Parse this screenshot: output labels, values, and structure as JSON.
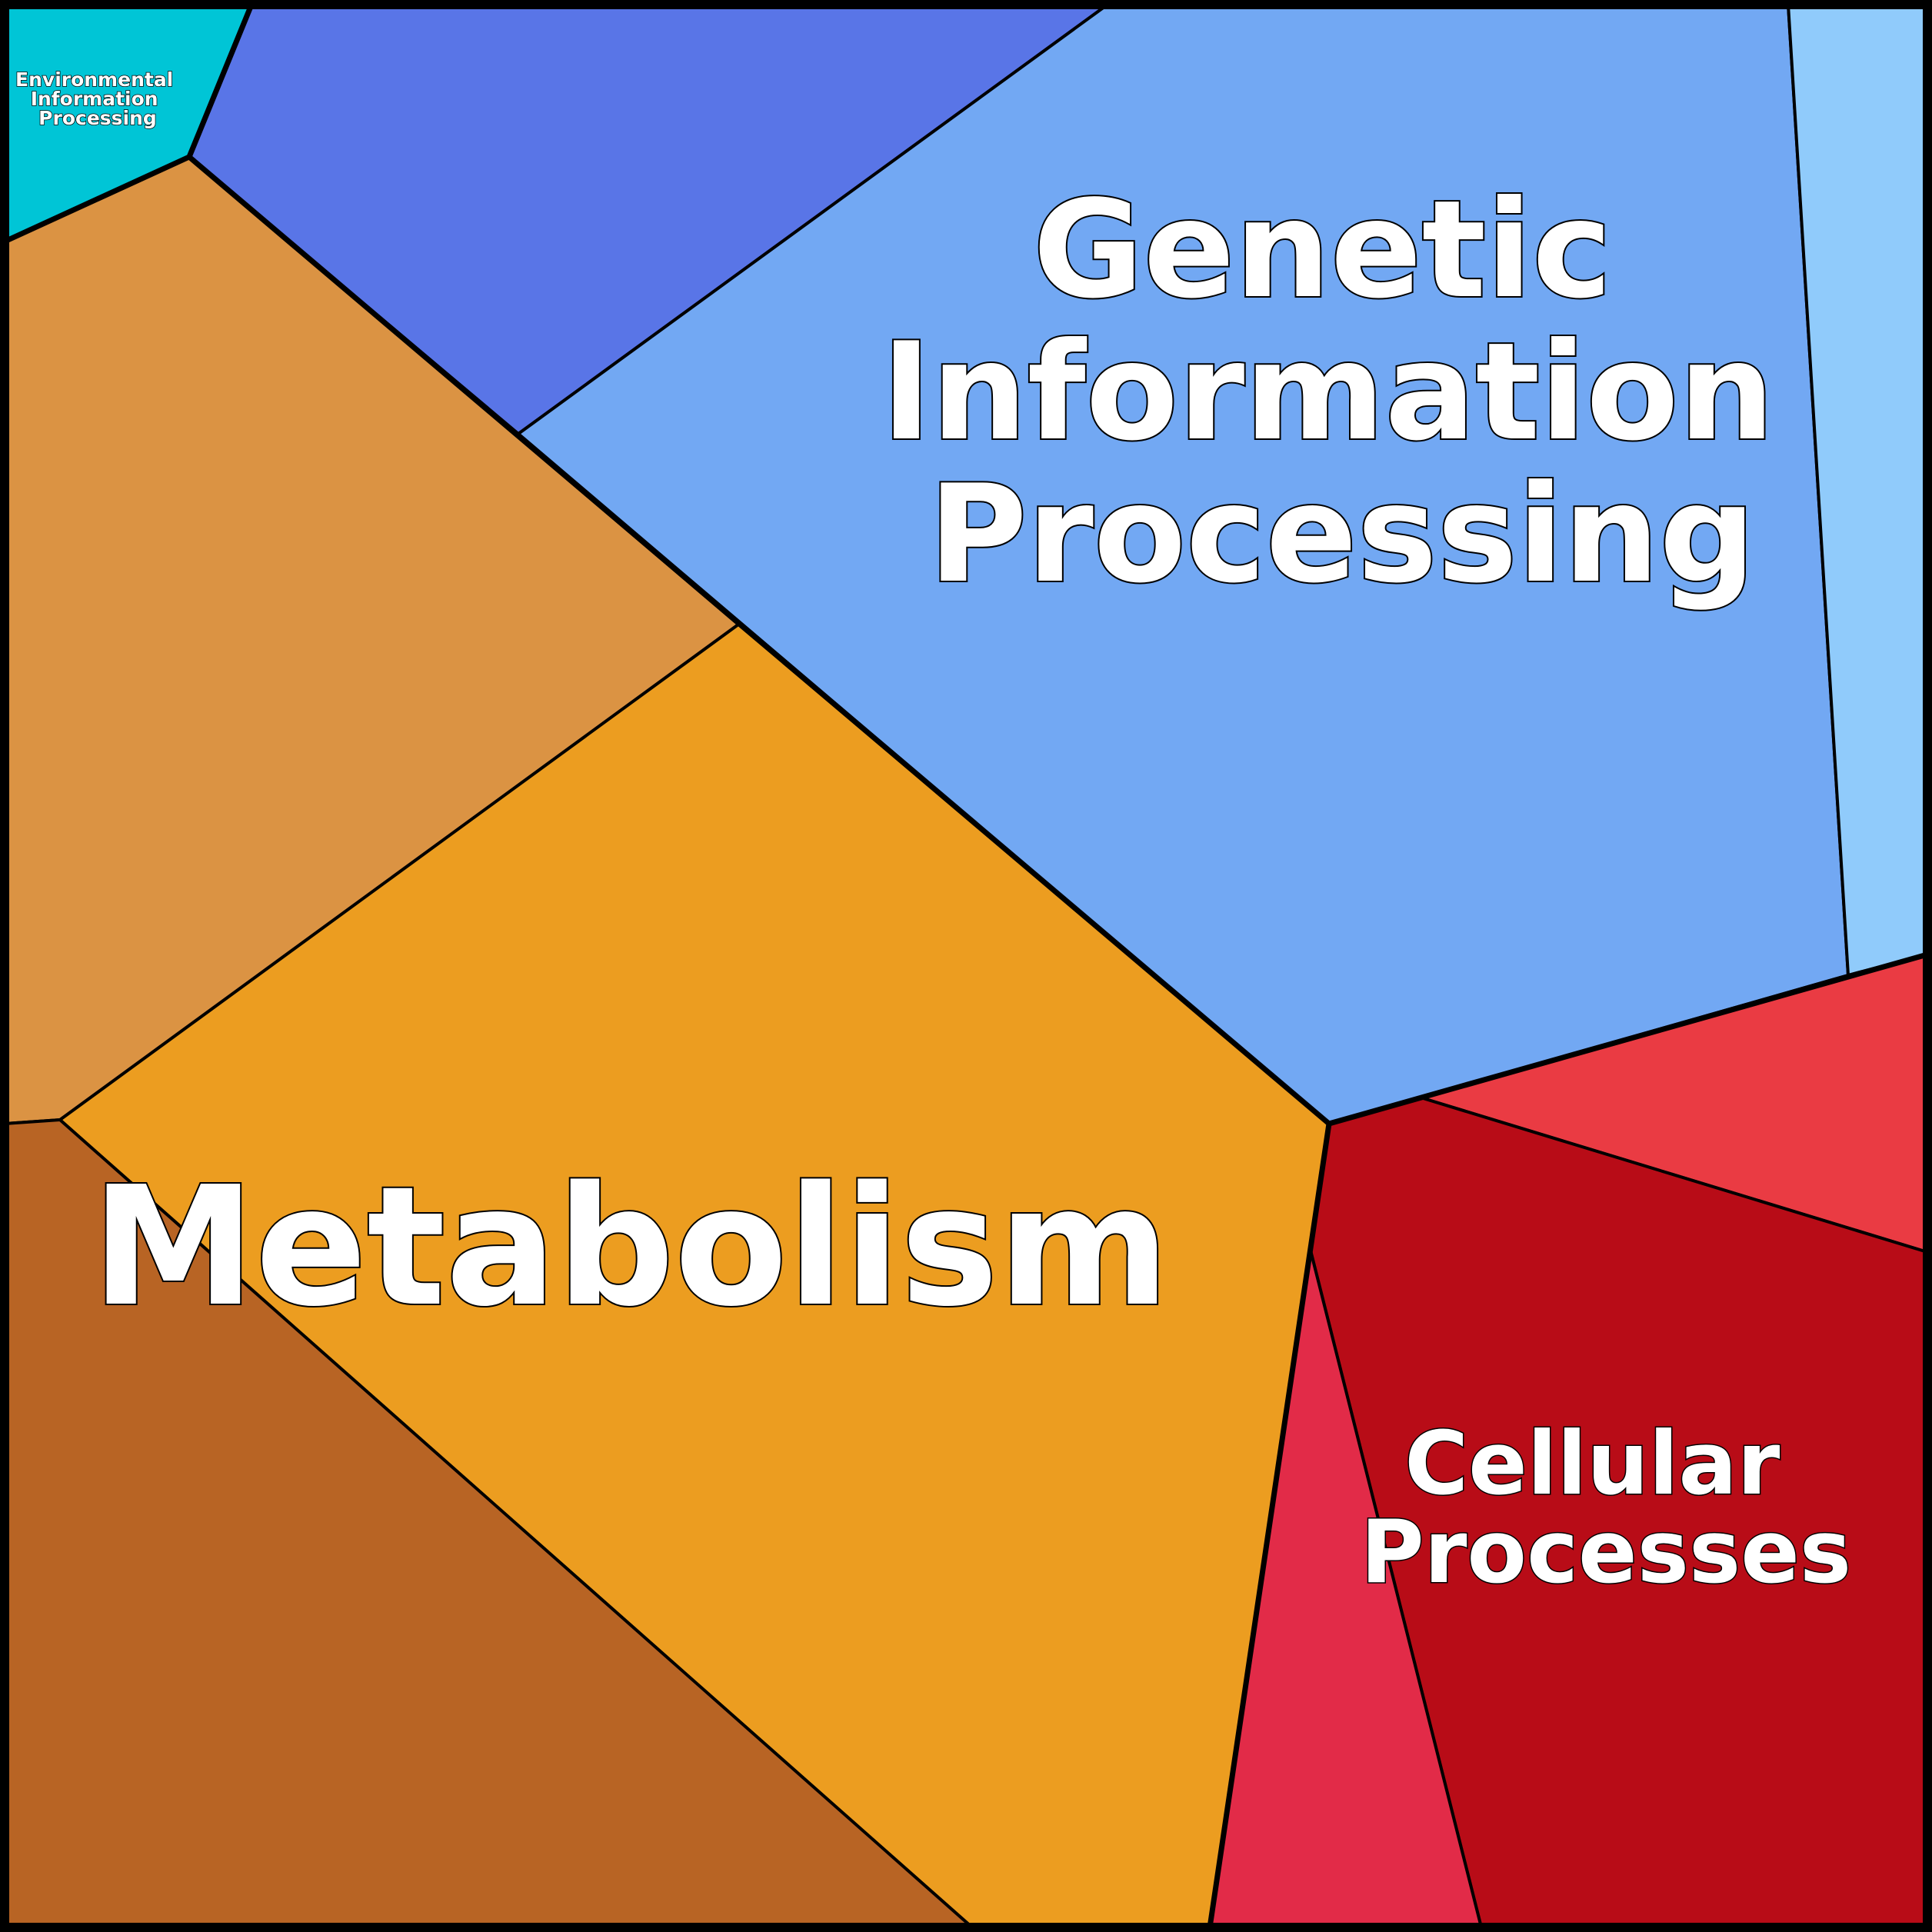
{
  "title": "Voronoi treemap of functional categories",
  "categories": [
    {
      "id": "env",
      "label_lines": [
        "Environmental",
        "Information",
        "Processing"
      ],
      "color": "#00C5D6"
    },
    {
      "id": "gen",
      "label_lines": [
        "Genetic",
        "Information",
        "Processing"
      ],
      "color": "#72A8F3"
    },
    {
      "id": "met",
      "label_lines": [
        "Metabolism"
      ],
      "color": "#EC9D20"
    },
    {
      "id": "cel",
      "label_lines": [
        "Cellular",
        "Processes"
      ],
      "color": "#B80C17"
    }
  ],
  "subcell_colors": {
    "gen_dark": "#5975E7",
    "gen_light": "#90CBFB",
    "met_light": "#DB9343",
    "met_dark": "#B86424",
    "cel_light": "#EA3B43",
    "cel_pink": "#E22B48"
  }
}
